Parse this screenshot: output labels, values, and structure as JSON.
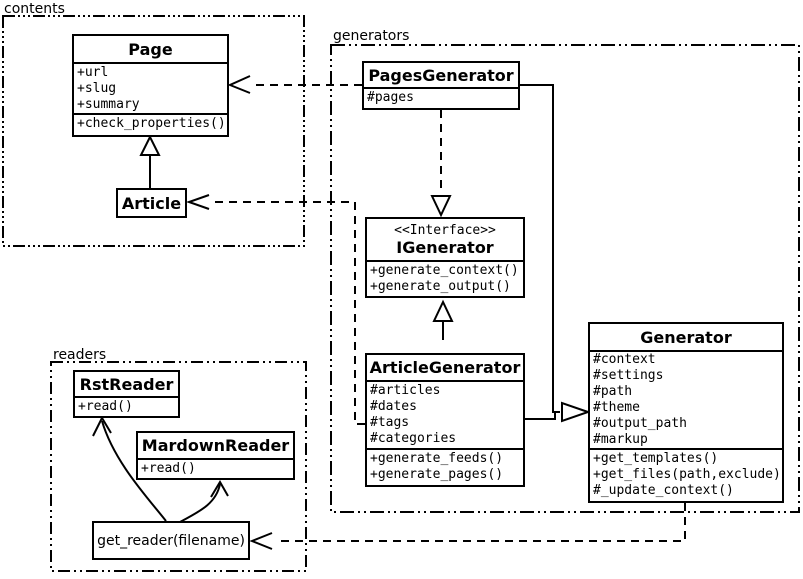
{
  "diagram": {
    "kind": "uml-class-diagram",
    "colors": {
      "background": "#ffffff",
      "line": "#000000",
      "box_fill": "#ffffff"
    }
  },
  "packages": [
    {
      "name": "contents"
    },
    {
      "name": "generators"
    },
    {
      "name": "readers"
    }
  ],
  "classes": [
    {
      "name": "Page",
      "attributes": [
        "+url",
        "+slug",
        "+summary"
      ],
      "methods": [
        "+check_properties()"
      ]
    },
    {
      "name": "Article",
      "attributes": [],
      "methods": []
    },
    {
      "name": "PagesGenerator",
      "attributes": [
        "#pages"
      ],
      "methods": []
    },
    {
      "name": "IGenerator",
      "stereotype": "<<Interface>>",
      "attributes": [],
      "methods": [
        "+generate_context()",
        "+generate_output()"
      ]
    },
    {
      "name": "ArticleGenerator",
      "attributes": [
        "#articles",
        "#dates",
        "#tags",
        "#categories"
      ],
      "methods": [
        "+generate_feeds()",
        "+generate_pages()"
      ]
    },
    {
      "name": "Generator",
      "attributes": [
        "#context",
        "#settings",
        "#path",
        "#theme",
        "#output_path",
        "#markup"
      ],
      "methods": [
        "+get_templates()",
        "+get_files(path,exclude)",
        "#_update_context()"
      ]
    },
    {
      "name": "RstReader",
      "attributes": [],
      "methods": [
        "+read()"
      ]
    },
    {
      "name": "MardownReader",
      "attributes": [],
      "methods": [
        "+read()"
      ]
    }
  ],
  "function_node": {
    "label": "get_reader(filename)"
  },
  "relationships": [
    {
      "from": "Article",
      "to": "Page",
      "type": "inheritance"
    },
    {
      "from": "PagesGenerator",
      "to": "Page",
      "type": "dependency"
    },
    {
      "from": "ArticleGenerator",
      "to": "Article",
      "type": "dependency"
    },
    {
      "from": "PagesGenerator",
      "to": "IGenerator",
      "type": "realization"
    },
    {
      "from": "ArticleGenerator",
      "to": "IGenerator",
      "type": "realization"
    },
    {
      "from": "PagesGenerator",
      "to": "Generator",
      "type": "inheritance"
    },
    {
      "from": "ArticleGenerator",
      "to": "Generator",
      "type": "inheritance"
    },
    {
      "from": "Generator",
      "to": "get_reader(filename)",
      "type": "dependency"
    },
    {
      "from": "get_reader(filename)",
      "to": "RstReader",
      "type": "flow-arrow"
    },
    {
      "from": "get_reader(filename)",
      "to": "MardownReader",
      "type": "flow-arrow"
    }
  ]
}
